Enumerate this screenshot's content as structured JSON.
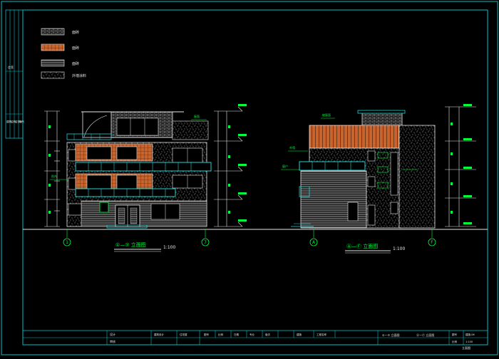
{
  "colors": {
    "background": "#000000",
    "frame": "#00bfc8",
    "white": "#e8e8e8",
    "green": "#00ff3c",
    "brick": "#c8642d",
    "glass": "#1fd4d4"
  },
  "legend": {
    "items": [
      {
        "pattern": "brick-hatch",
        "label": "面砖"
      },
      {
        "pattern": "orange-tile",
        "label": "面砖"
      },
      {
        "pattern": "grey-lines",
        "label": "面砖"
      },
      {
        "pattern": "stucco",
        "label": "外墙涂料"
      }
    ]
  },
  "left_elevation": {
    "axis_start": "1",
    "axis_end": "7",
    "title": "①—⑦ 立面图",
    "scale": "1:100",
    "top_label": "屋面",
    "mid_label": "阳台"
  },
  "right_elevation": {
    "axis_start": "A",
    "axis_end": "F",
    "title": "Ⓐ—Ⓕ 立面图",
    "scale": "1:100",
    "roof_label": "坡屋面",
    "side_label": "外墙",
    "mid_label": "窗户"
  },
  "title_block": {
    "left_labels": [
      "设计",
      "审核"
    ],
    "cells": [
      "建筑设计",
      "住宅楼",
      "图号",
      "比例",
      "日期",
      "专业",
      "版次",
      "建施",
      "工程名称"
    ],
    "drawing_names": [
      "①—⑦ 立面图",
      "Ⓐ—Ⓕ 立面图"
    ],
    "right_cells": [
      "图号",
      "建施-06",
      "比例",
      "1:100"
    ],
    "sheet_label": "立面图"
  },
  "side_strip": {
    "labels": [
      "会签",
      "建筑",
      "结构",
      "给排水",
      "电气"
    ]
  }
}
